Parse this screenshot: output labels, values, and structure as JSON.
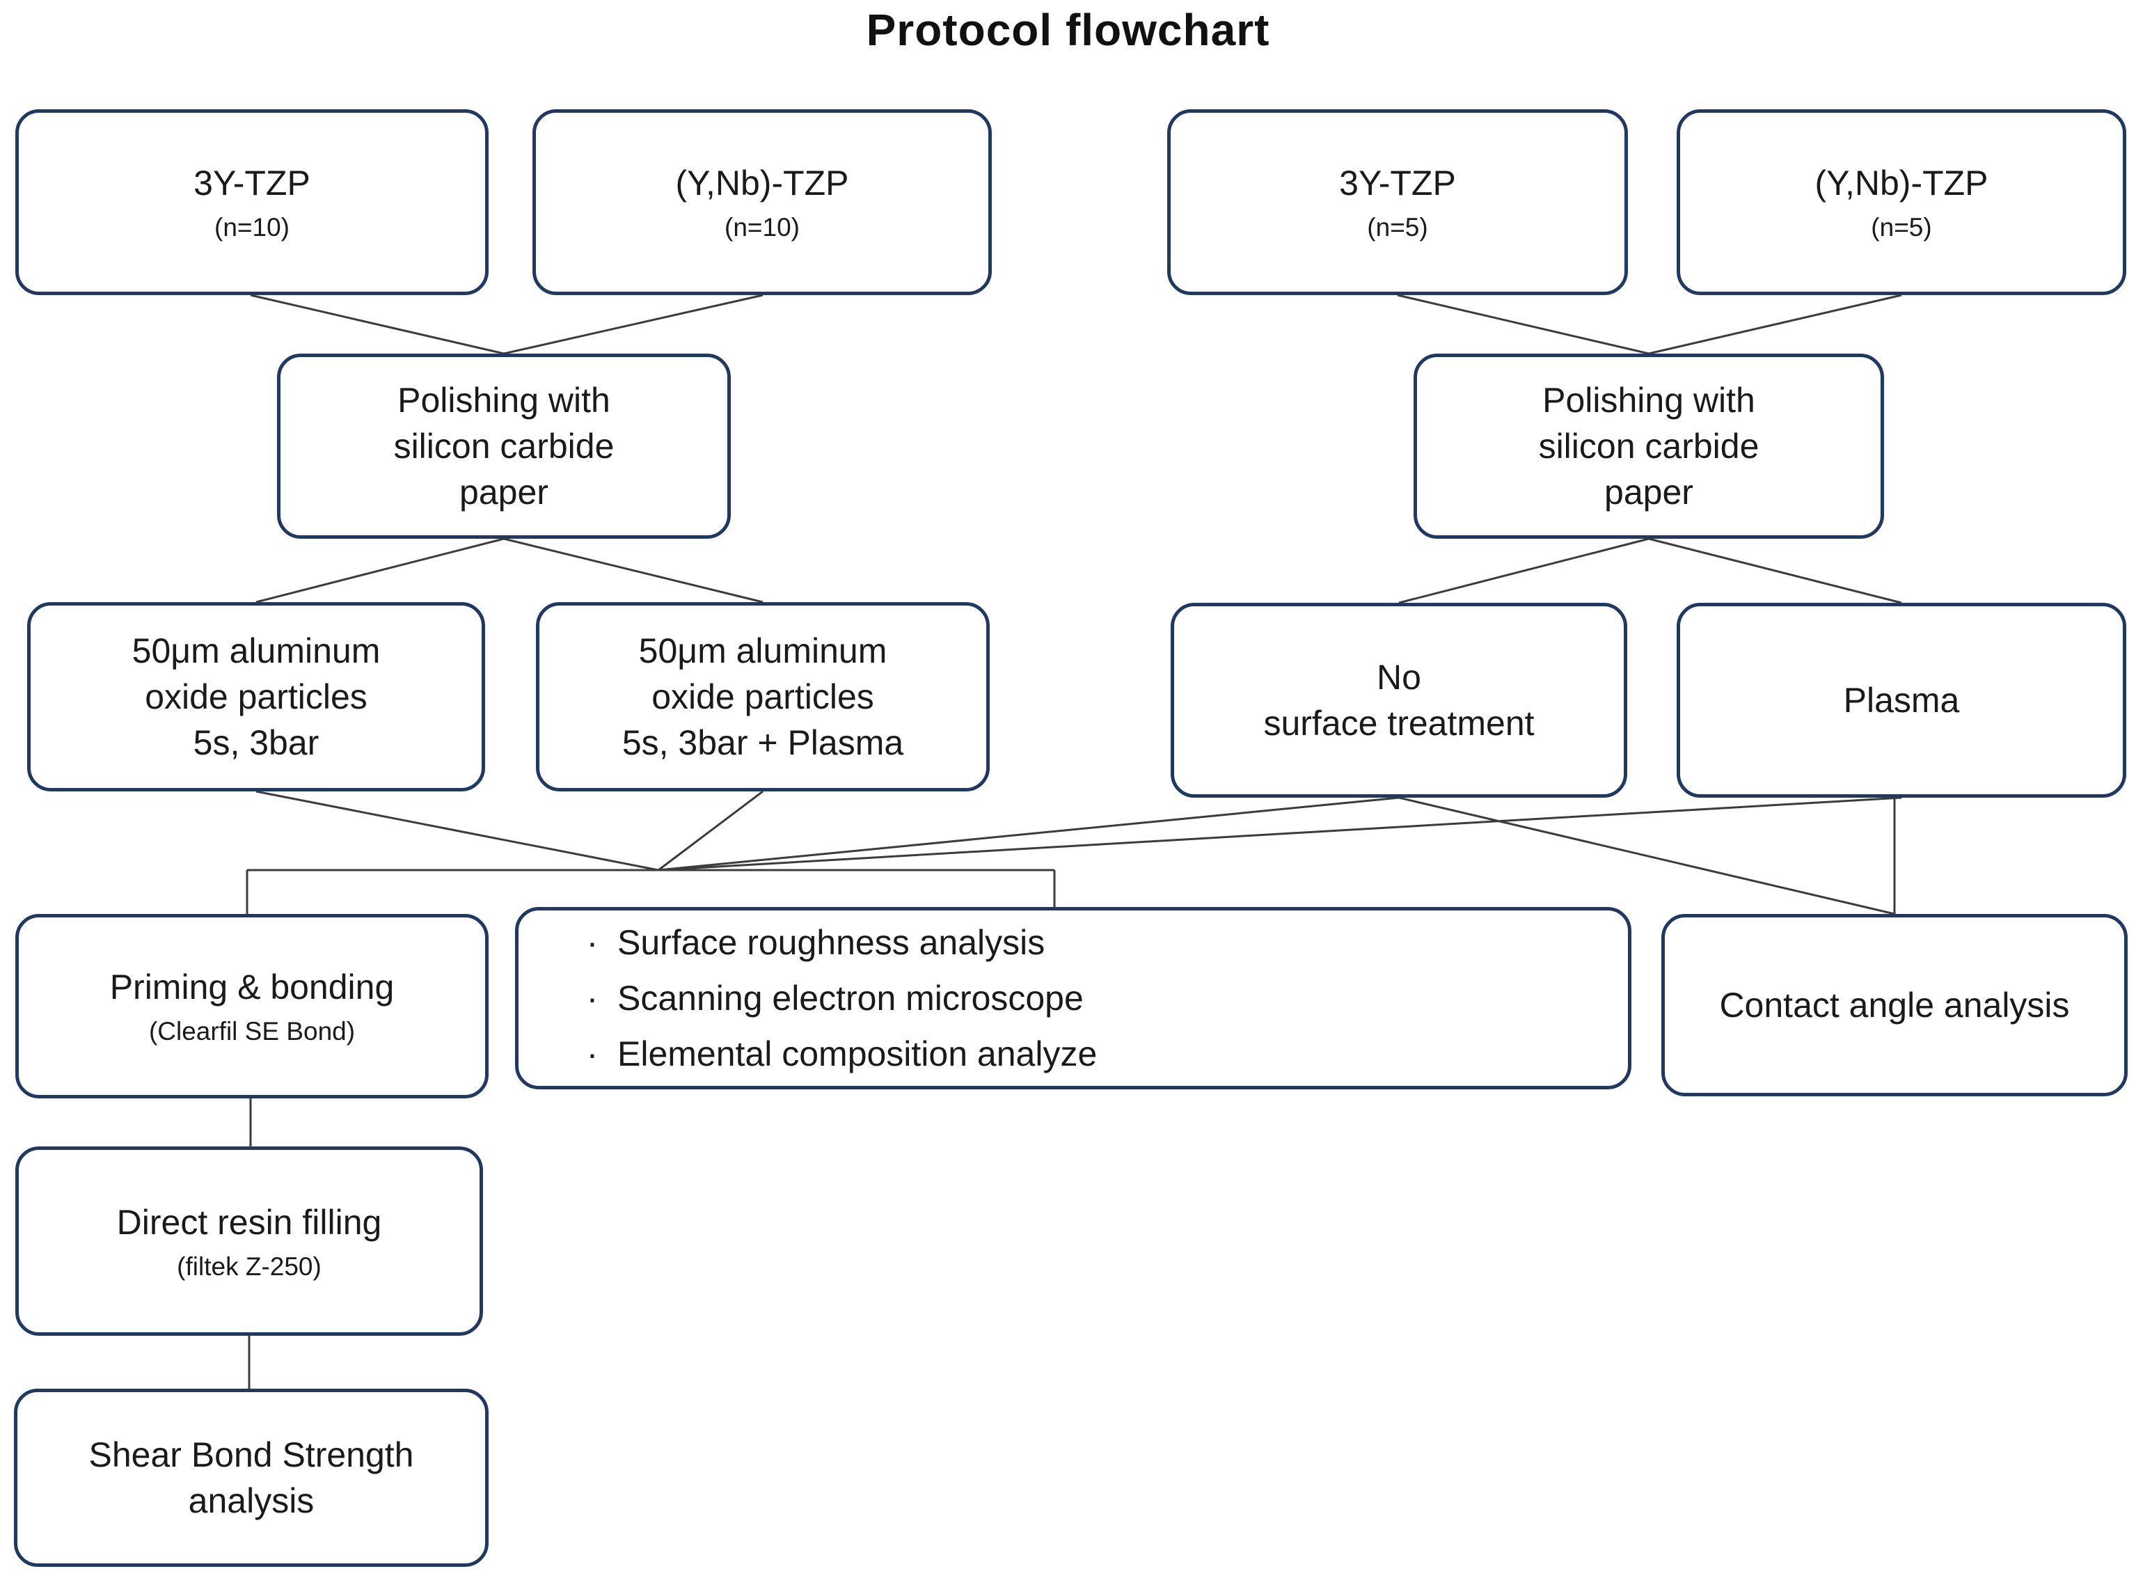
{
  "title": "Protocol flowchart",
  "colors": {
    "box_border": "#1f3864",
    "connector_line": "#3c3c3c",
    "text": "#1a1a1a",
    "background": "#ffffff"
  },
  "nodes": {
    "tzp_n10": {
      "label": "3Y-TZP",
      "sub": "(n=10)"
    },
    "ynb_tzp_n10": {
      "label": "(Y,Nb)-TZP",
      "sub": "(n=10)"
    },
    "tzp_n5": {
      "label": "3Y-TZP",
      "sub": "(n=5)"
    },
    "ynb_tzp_n5": {
      "label": "(Y,Nb)-TZP",
      "sub": "(n=5)"
    },
    "polishing_left": {
      "label": "Polishing with\nsilicon carbide\npaper"
    },
    "polishing_right": {
      "label": "Polishing with\nsilicon carbide\npaper"
    },
    "alumina": {
      "label": "50μm aluminum\noxide particles\n5s, 3bar"
    },
    "alumina_plasma": {
      "label": "50μm aluminum\noxide particles\n5s, 3bar + Plasma"
    },
    "no_treatment": {
      "label": "No\nsurface treatment"
    },
    "plasma": {
      "label": "Plasma"
    },
    "priming": {
      "label": "Priming & bonding",
      "sub": "(Clearfil SE Bond)"
    },
    "analysis": {
      "bullet_char": "·",
      "items": [
        "Surface roughness analysis",
        "Scanning electron microscope",
        "Elemental composition analyze"
      ]
    },
    "contact_angle": {
      "label": "Contact angle analysis"
    },
    "resin_filling": {
      "label": "Direct resin filling",
      "sub": "(filtek Z-250)"
    },
    "shear_bond": {
      "label": "Shear Bond Strength\nanalysis"
    }
  }
}
